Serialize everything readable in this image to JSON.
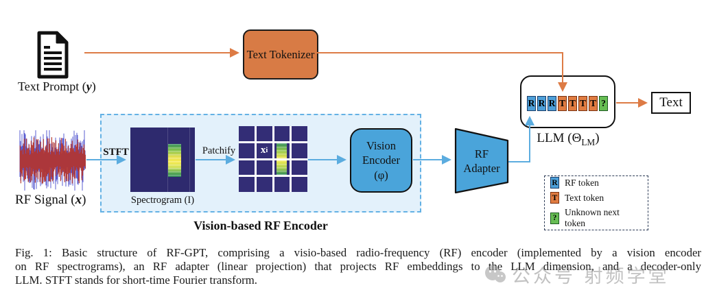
{
  "figure": {
    "prompt": {
      "label_prefix": "Text Prompt (",
      "label_var": "y",
      "label_suffix": ")"
    },
    "tokenizer": {
      "label": "Text Tokenizer"
    },
    "rf_signal": {
      "label_prefix": "RF Signal (",
      "label_var": "x",
      "label_suffix": ")"
    },
    "encoder_box": {
      "title": "Vision-based RF Encoder",
      "stft_label": "STFT",
      "spectrogram_label": "Spectrogram (I)",
      "patchify_label": "Patchify",
      "patch_var": "x",
      "patch_var_sub": "i",
      "vision_encoder_lines": [
        "Vision",
        "Encoder",
        "(φ)"
      ]
    },
    "adapter": {
      "label": "RF Adapter"
    },
    "llm": {
      "label_prefix": "LLM (Θ",
      "label_sub": "LM",
      "label_suffix": ")",
      "tokens": [
        {
          "letter": "R",
          "type": "rf"
        },
        {
          "letter": "R",
          "type": "rf"
        },
        {
          "letter": "R",
          "type": "rf"
        },
        {
          "letter": "T",
          "type": "text"
        },
        {
          "letter": "T",
          "type": "text"
        },
        {
          "letter": "T",
          "type": "text"
        },
        {
          "letter": "T",
          "type": "text"
        },
        {
          "letter": "?",
          "type": "unknown"
        }
      ]
    },
    "output": {
      "label": "Text"
    },
    "legend": {
      "items": [
        {
          "letter": "R",
          "type": "rf",
          "label": "RF token"
        },
        {
          "letter": "T",
          "type": "text",
          "label": "Text token"
        },
        {
          "letter": "?",
          "type": "unknown",
          "label": "Unknown next token"
        }
      ]
    },
    "caption": {
      "lines": [
        "Fig. 1: Basic structure of RF-GPT, comprising a visio-based radio-frequency (RF) encoder (implemented by a vision encoder",
        "on RF spectrograms), an RF adapter (linear projection) that projects RF embeddings to the LLM dimension, and a decoder-only",
        "LLM. STFT stands for short-time Fourier transform."
      ]
    },
    "watermark": {
      "text": "公众号 射频学堂"
    },
    "colors": {
      "orange": "#dd7b45",
      "arrow_blue": "#5bacdf",
      "box_blue": "#4aa4da",
      "panel_blue": "#e3f1fb",
      "spectrogram_navy": "#2e2a6e",
      "token_blue": "#4d9fd8",
      "token_orange": "#e07c41",
      "token_green": "#67bd54"
    }
  }
}
